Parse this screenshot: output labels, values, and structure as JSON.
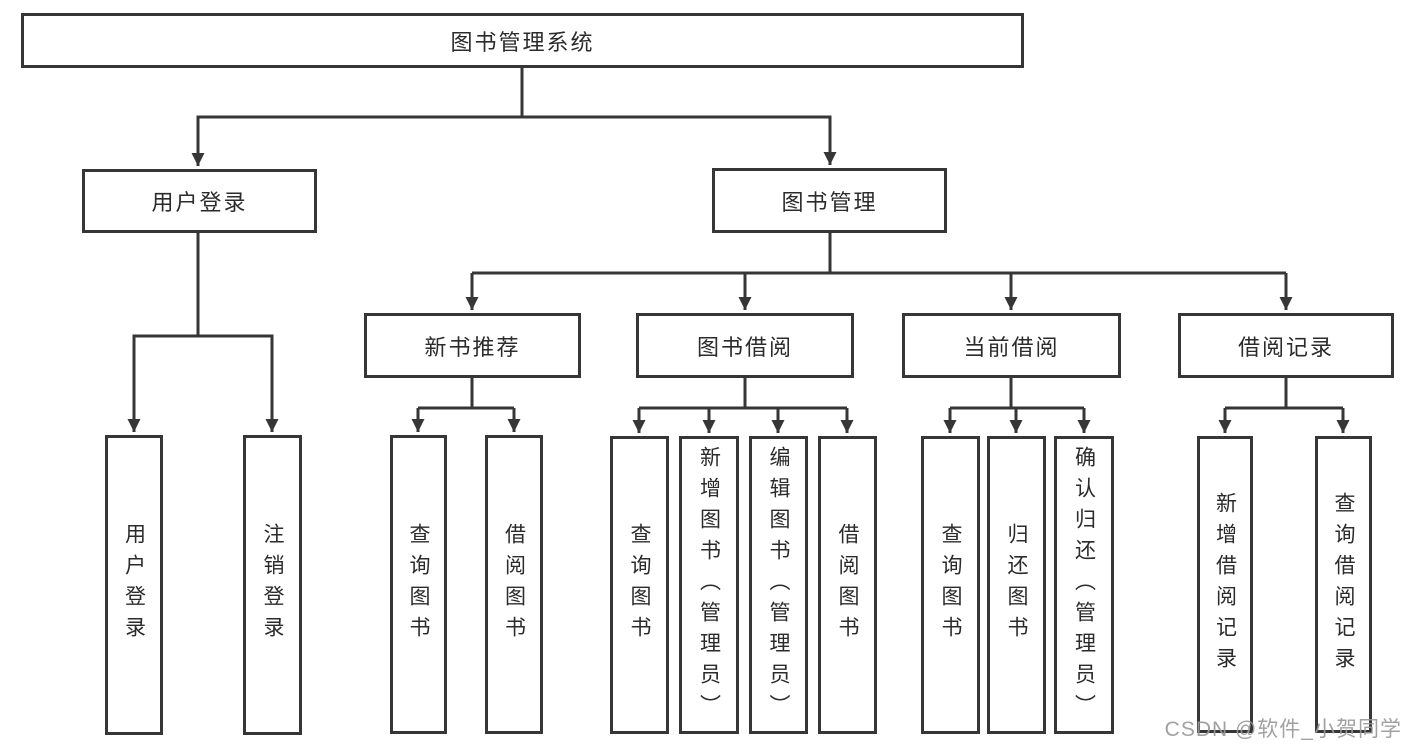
{
  "diagram_title": "图书管理系统",
  "nodes": {
    "root": "图书管理系统",
    "user_login": "用户登录",
    "book_mgmt": "图书管理",
    "new_book": "新书推荐",
    "book_borrow": "图书借阅",
    "current_borrow": "当前借阅",
    "borrow_record": "借阅记录",
    "ul_login": "用户登录",
    "ul_logout": "注销登录",
    "nb_query": "查询图书",
    "nb_borrow": "借阅图书",
    "bb_query": "查询图书",
    "bb_add": "新增图书（管理员）",
    "bb_edit": "编辑图书（管理员）",
    "bb_borrow": "借阅图书",
    "cb_query": "查询图书",
    "cb_return": "归还图书",
    "cb_confirm": "确认归还（管理员）",
    "br_add": "新增借阅记录",
    "br_query": "查询借阅记录"
  },
  "hierarchy": {
    "图书管理系统": {
      "用户登录": [
        "用户登录",
        "注销登录"
      ],
      "图书管理": {
        "新书推荐": [
          "查询图书",
          "借阅图书"
        ],
        "图书借阅": [
          "查询图书",
          "新增图书（管理员）",
          "编辑图书（管理员）",
          "借阅图书"
        ],
        "当前借阅": [
          "查询图书",
          "归还图书",
          "确认归还（管理员）"
        ],
        "借阅记录": [
          "新增借阅记录",
          "查询借阅记录"
        ]
      }
    }
  },
  "watermark": {
    "text": "CSDN @软件_小贺同学"
  },
  "colors": {
    "line": "#363636",
    "box_border": "#363636",
    "text": "#2b2b2b",
    "watermark": "#999999",
    "background": "#ffffff"
  }
}
